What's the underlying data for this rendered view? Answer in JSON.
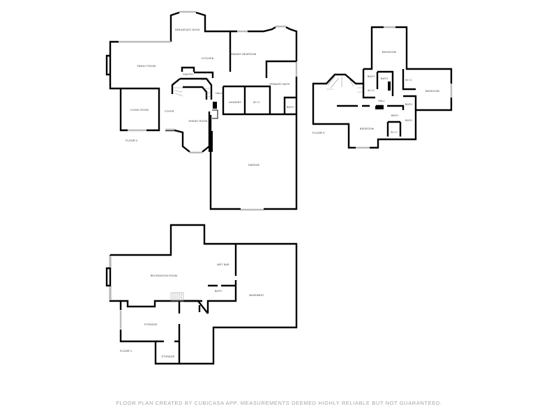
{
  "floors": {
    "main": {
      "label": "FLOOR 2",
      "rooms": {
        "breakfast_nook": "BREAKFAST NOOK",
        "kitchen": "KITCHEN",
        "family_room": "FAMILY ROOM",
        "pantry": "PANTRY",
        "bath": "BATH",
        "living_room": "LIVING ROOM",
        "foyer": "FOYER",
        "dining_room": "DINING ROOM",
        "hall": "HALL",
        "laundry": "LAUNDRY",
        "wic": "W.I.C",
        "primary_bedroom": "PRIMARY BEDROOM",
        "primary_bath": "PRIMARY BATH",
        "bath2": "BATH",
        "garage": "GARAGE"
      }
    },
    "upper": {
      "label": "FLOOR 3",
      "rooms": {
        "bedroom_top": "BEDROOM",
        "bath_a": "BATH",
        "bath_b": "BATH",
        "wic_a": "W.I.C",
        "wic_b": "W.I.C",
        "bedroom_right": "BEDROOM",
        "hall": "HALL",
        "bath_c": "BATH",
        "bath_d": "BATH",
        "bath_e": "BATH",
        "bedroom_bottom": "BEDROOM",
        "wic_c": "W.I.C"
      }
    },
    "basement": {
      "label": "FLOOR 1",
      "rooms": {
        "recreation_room": "RECREATION ROOM",
        "wet_bar": "WET BAR",
        "bath": "BATH",
        "basement": "BASEMENT",
        "storage_a": "STORAGE",
        "storage_b": "STORAGE"
      }
    }
  },
  "footer": "FLOOR PLAN CREATED BY CUBICASA APP. MEASUREMENTS DEEMED HIGHLY RELIABLE BUT NOT GUARANTEED."
}
